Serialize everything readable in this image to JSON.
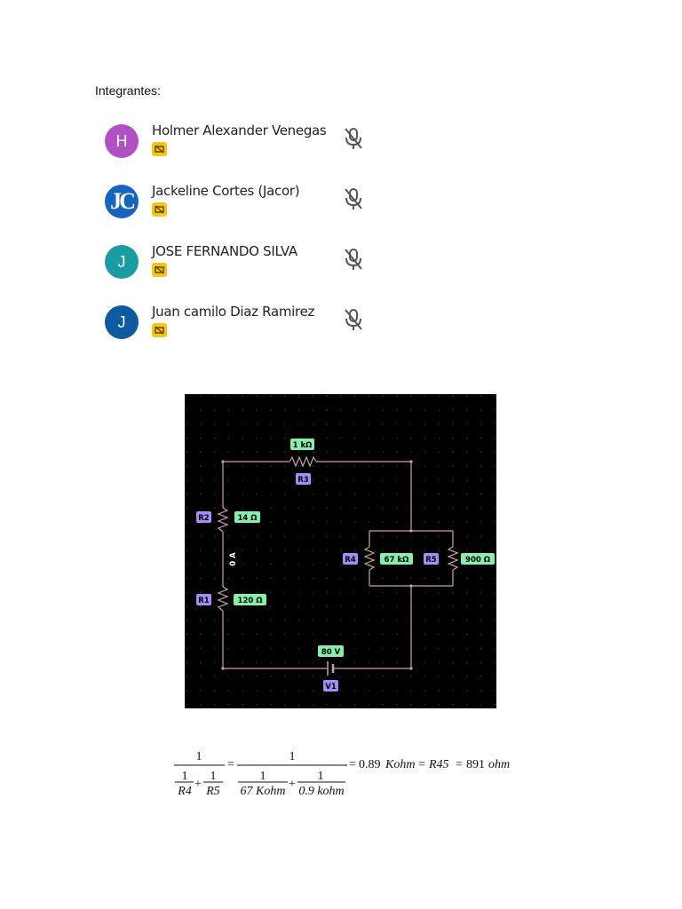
{
  "heading": "Integrantes:",
  "members": [
    {
      "initial": "H",
      "name": "Holmer Alexander Venegas",
      "color": "#b14fc5",
      "avatar_icon": "letter-avatar",
      "badge_icon": "presenting-icon",
      "mic_icon": "mic-off-icon"
    },
    {
      "initial": "JC",
      "name": "Jackeline Cortes (Jacor)",
      "color": "#1565c0",
      "avatar_icon": "jc-logo-avatar",
      "badge_icon": "presenting-icon",
      "mic_icon": "mic-off-icon"
    },
    {
      "initial": "J",
      "name": "JOSE FERNANDO SILVA",
      "color": "#1a9ca5",
      "avatar_icon": "letter-avatar",
      "badge_icon": "presenting-icon",
      "mic_icon": "mic-off-icon"
    },
    {
      "initial": "J",
      "name": "Juan camilo Diaz Ramirez",
      "color": "#0d5aa0",
      "avatar_icon": "letter-avatar",
      "badge_icon": "presenting-icon",
      "mic_icon": "mic-off-icon"
    }
  ],
  "circuit": {
    "background": "#000000",
    "wire_color": "#c9a0a8",
    "value_label_color": "#86efac",
    "name_label_color": "#a78bfa",
    "components": [
      {
        "name": "R3",
        "value": "1 kΩ"
      },
      {
        "name": "R2",
        "value": "14 Ω"
      },
      {
        "name": "R1",
        "value": "120 Ω"
      },
      {
        "name": "R4",
        "value": "67 kΩ"
      },
      {
        "name": "R5",
        "value": "900 Ω"
      },
      {
        "name": "V1",
        "value": "80 V"
      }
    ],
    "current_label": "0 A"
  },
  "formula": {
    "one": "1",
    "plus": "+",
    "equals": "=",
    "r4": "R4",
    "r5": "R5",
    "val1": "67 Kohm",
    "val2": "0.9 kohm",
    "result_num": "0.89",
    "result_unit": "Kohm",
    "r45": "R45",
    "result2_num": "891",
    "result2_unit": "ohm"
  }
}
